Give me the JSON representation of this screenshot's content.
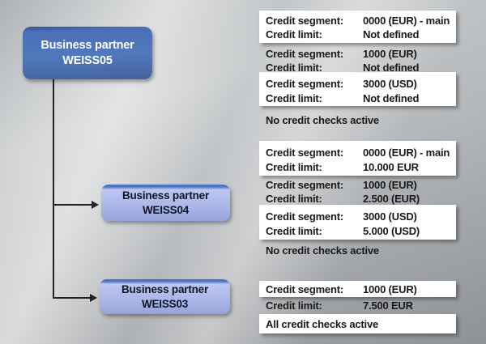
{
  "palette": {
    "node_dark_blue": "#4a70b5",
    "node_light_blue": "#aab6e7",
    "card_background": "#ffffff",
    "text_dark": "#191919",
    "connector": "#222222"
  },
  "nodes": {
    "weiss05": {
      "line1": "Business partner",
      "line2": "WEISS05"
    },
    "weiss04": {
      "line1": "Business partner",
      "line2": "WEISS04"
    },
    "weiss03": {
      "line1": "Business partner",
      "line2": "WEISS03"
    }
  },
  "credit_groups": [
    {
      "linked_partner": "WEISS05",
      "blocks": [
        {
          "type": "card",
          "rows": [
            {
              "label": "Credit segment:",
              "value": "0000 (EUR) - main"
            },
            {
              "label": "Credit limit:",
              "value": "Not defined"
            }
          ]
        },
        {
          "type": "plain",
          "rows": [
            {
              "label": "Credit segment:",
              "value": "1000 (EUR)"
            },
            {
              "label": "Credit limit:",
              "value": "Not defined"
            }
          ]
        },
        {
          "type": "card",
          "rows": [
            {
              "label": "Credit segment:",
              "value": "3000 (USD)"
            },
            {
              "label": "Credit limit:",
              "value": "Not defined"
            }
          ]
        },
        {
          "type": "status",
          "text": "No credit checks active"
        }
      ]
    },
    {
      "linked_partner": "WEISS04",
      "blocks": [
        {
          "type": "card",
          "rows": [
            {
              "label": "Credit segment:",
              "value": "0000 (EUR) - main"
            },
            {
              "label": "Credit limit:",
              "value": "10.000 EUR"
            }
          ]
        },
        {
          "type": "plain",
          "rows": [
            {
              "label": "Credit segment:",
              "value": "1000 (EUR)"
            },
            {
              "label": "Credit limit:",
              "value": "2.500 (EUR)"
            }
          ]
        },
        {
          "type": "card",
          "rows": [
            {
              "label": "Credit segment:",
              "value": "3000 (USD)"
            },
            {
              "label": "Credit limit:",
              "value": "5.000 (USD)"
            }
          ]
        },
        {
          "type": "status",
          "text": "No credit checks active"
        }
      ]
    },
    {
      "linked_partner": "WEISS03",
      "blocks": [
        {
          "type": "card",
          "rows": [
            {
              "label": "Credit segment:",
              "value": "1000 (EUR)"
            }
          ]
        },
        {
          "type": "plain",
          "rows": [
            {
              "label": "Credit limit:",
              "value": "7.500 EUR"
            }
          ]
        },
        {
          "type": "card-status",
          "text": "All credit checks active"
        }
      ]
    }
  ]
}
